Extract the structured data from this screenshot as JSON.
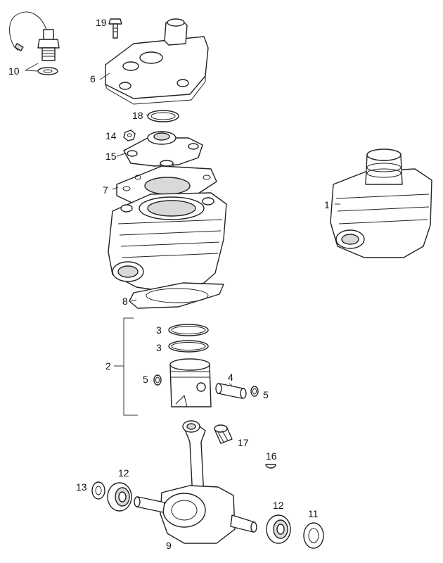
{
  "callouts": {
    "c1": "1",
    "c2": "2",
    "c3a": "3",
    "c3b": "3",
    "c4": "4",
    "c5a": "5",
    "c5b": "5",
    "c6": "6",
    "c7": "7",
    "c8": "8",
    "c9": "9",
    "c10": "10",
    "c11": "11",
    "c12a": "12",
    "c12b": "12",
    "c13": "13",
    "c14": "14",
    "c15": "15",
    "c16": "16",
    "c17": "17",
    "c18": "18",
    "c19": "19"
  }
}
